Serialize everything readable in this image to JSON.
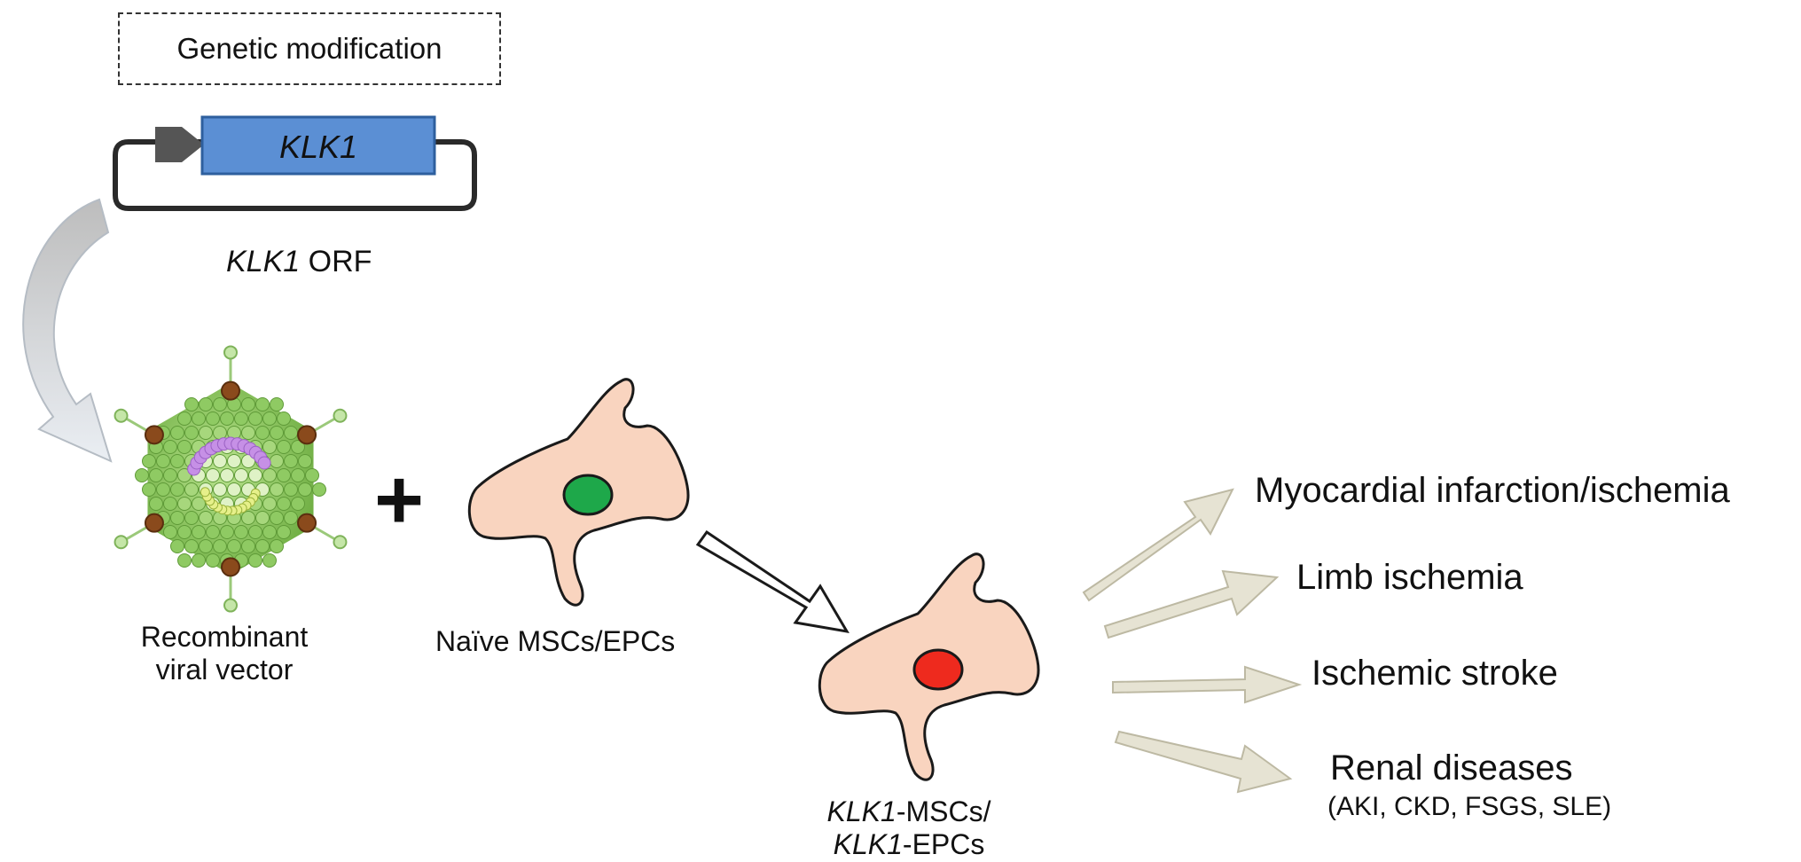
{
  "modification_box": {
    "label": "Genetic modification"
  },
  "plasmid": {
    "gene": "KLK1",
    "caption_gene": "KLK1",
    "caption_suffix": " ORF",
    "gene_color": "#5b8fd4",
    "promoter_color": "#555555"
  },
  "vector": {
    "line1": "Recombinant",
    "line2": "viral vector"
  },
  "plus_sign": "+",
  "naive_cells": {
    "label": "Naïve MSCs/EPCs",
    "body_color": "#f9d4bf",
    "nucleus_color": "#1ea84a"
  },
  "modified_cells": {
    "line1_gene": "KLK1",
    "line1_suffix": "-MSCs/",
    "line2_gene": "KLK1",
    "line2_suffix": "-EPCs",
    "nucleus_color": "#ee2a1e"
  },
  "applications": [
    {
      "label": "Myocardial infarction/ischemia"
    },
    {
      "label": "Limb ischemia"
    },
    {
      "label": "Ischemic stroke"
    },
    {
      "label": "Renal diseases",
      "detail": "(AKI, CKD, FSGS, SLE)"
    }
  ],
  "colors": {
    "outcome_arrow_fill": "#e6e3d3",
    "outcome_arrow_stroke": "#bdb9a3",
    "capsid_green": "#8fca63",
    "capsid_brown": "#8a4a1c",
    "capsid_purple": "#c690e6"
  }
}
